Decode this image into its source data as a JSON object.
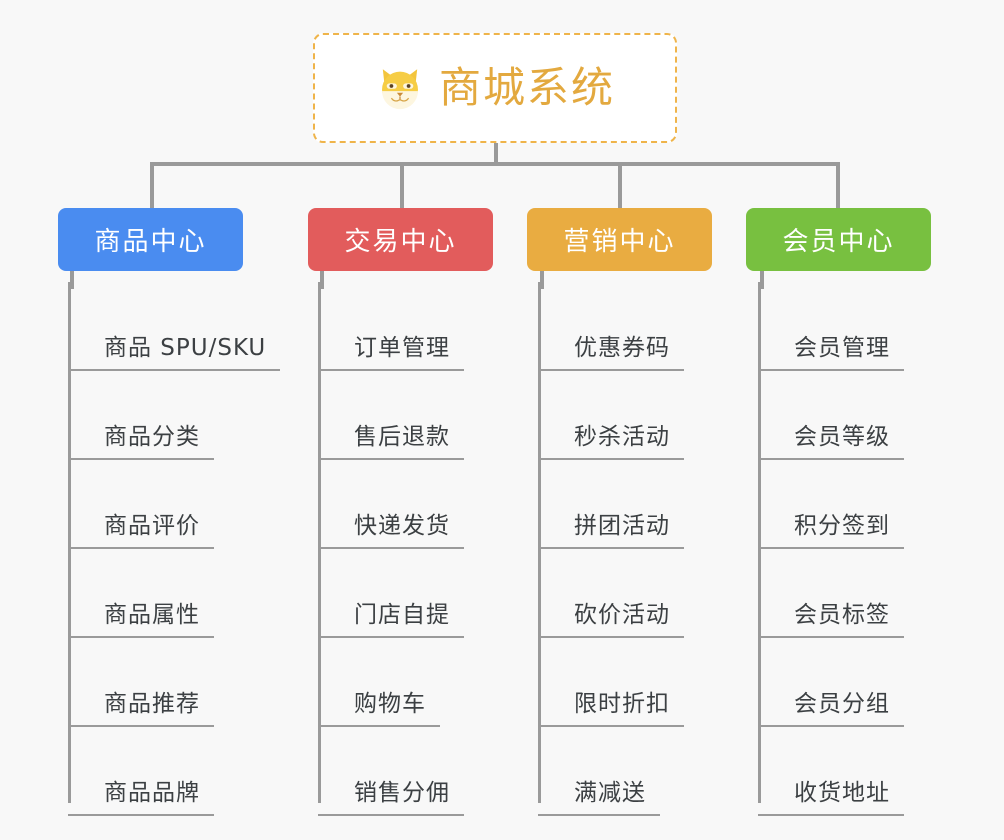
{
  "background_color": "#f8f8f8",
  "root": {
    "title": "商城系统",
    "icon": "shiba-dog-face-icon",
    "text_color": "#e3a93f",
    "border_color": "#efb44a",
    "fill_color": "#ffffff"
  },
  "connector_color": "#9a9a9a",
  "branches": [
    {
      "label": "商品中心",
      "color": "#4a8cf0",
      "items": [
        "商品 SPU/SKU",
        "商品分类",
        "商品评价",
        "商品属性",
        "商品推荐",
        "商品品牌"
      ]
    },
    {
      "label": "交易中心",
      "color": "#e25c5c",
      "items": [
        "订单管理",
        "售后退款",
        "快递发货",
        "门店自提",
        "购物车",
        "销售分佣"
      ]
    },
    {
      "label": "营销中心",
      "color": "#e9ac41",
      "items": [
        "优惠券码",
        "秒杀活动",
        "拼团活动",
        "砍价活动",
        "限时折扣",
        "满减送"
      ]
    },
    {
      "label": "会员中心",
      "color": "#78c040",
      "items": [
        "会员管理",
        "会员等级",
        "积分签到",
        "会员标签",
        "会员分组",
        "收货地址"
      ]
    }
  ]
}
